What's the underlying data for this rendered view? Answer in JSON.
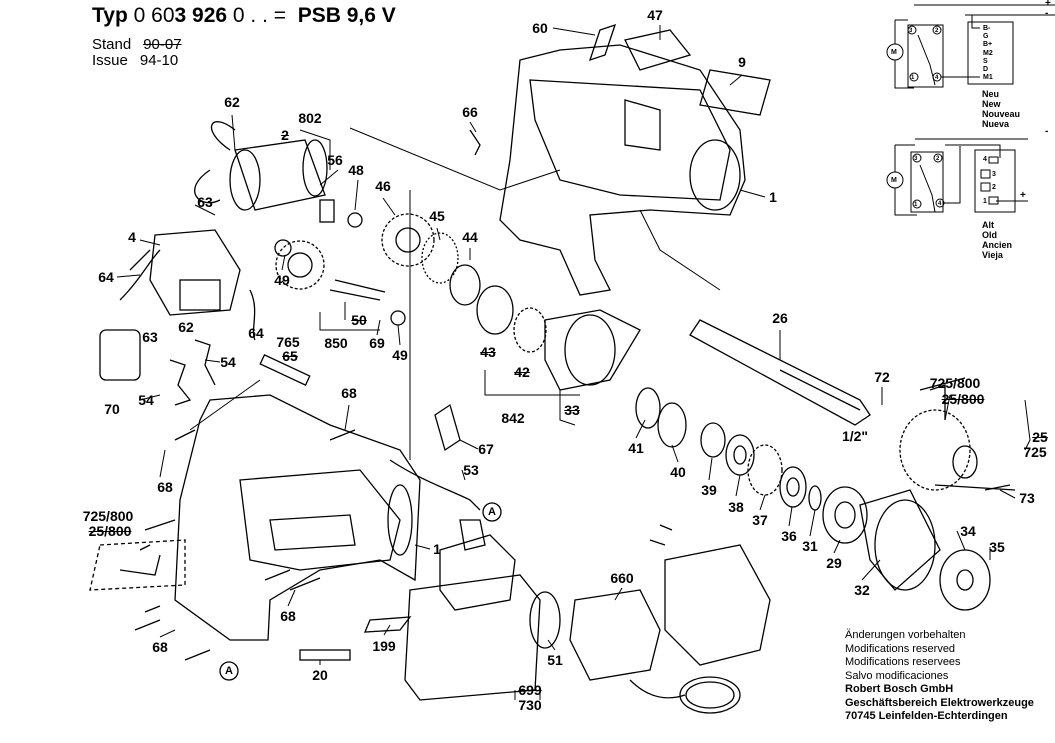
{
  "header": {
    "typ_label": "Typ",
    "part_number_prefix": "0 60",
    "part_number_bold": "3 926",
    "part_number_suffix": "0 . . =",
    "model": "PSB 9,6 V"
  },
  "meta": {
    "stand_label": "Stand",
    "stand_value_struck": "90-07",
    "issue_label": "Issue",
    "issue_value": "94-10"
  },
  "wiring": {
    "new": {
      "terminals": [
        "B-",
        "G",
        "B+",
        "M2",
        "S",
        "D",
        "M1"
      ],
      "labels": [
        "Neu",
        "New",
        "Nouveau",
        "Nueva"
      ],
      "switch_pins": [
        "3",
        "2",
        "1",
        "4"
      ],
      "motor": "M",
      "plus": "+",
      "minus": "-"
    },
    "old": {
      "terminals": [
        "4",
        "3",
        "2",
        "1"
      ],
      "labels": [
        "Alt",
        "Old",
        "Ancien",
        "Vieja"
      ],
      "switch_pins": [
        "3",
        "2",
        "1",
        "4"
      ],
      "motor": "M",
      "plus": "+",
      "minus": "-"
    }
  },
  "parts": [
    {
      "text": "60"
    },
    {
      "text": "47"
    },
    {
      "text": "9"
    },
    {
      "text": "66"
    },
    {
      "text": "62"
    },
    {
      "text": "802"
    },
    {
      "text": "2",
      "struck": true
    },
    {
      "text": "56"
    },
    {
      "text": "48"
    },
    {
      "text": "46"
    },
    {
      "text": "45"
    },
    {
      "text": "44"
    },
    {
      "text": "1"
    },
    {
      "text": "63"
    },
    {
      "text": "4"
    },
    {
      "text": "64"
    },
    {
      "text": "49"
    },
    {
      "text": "63"
    },
    {
      "text": "62"
    },
    {
      "text": "64"
    },
    {
      "text": "50",
      "struck": true
    },
    {
      "text": "850"
    },
    {
      "text": "69"
    },
    {
      "text": "49"
    },
    {
      "text": "765"
    },
    {
      "text": "65",
      "struck": true
    },
    {
      "text": "54"
    },
    {
      "text": "43",
      "struck": true
    },
    {
      "text": "42",
      "struck": true
    },
    {
      "text": "842"
    },
    {
      "text": "33",
      "struck": true
    },
    {
      "text": "26"
    },
    {
      "text": "72"
    },
    {
      "text": "725/800"
    },
    {
      "text": "25/800",
      "struck": true
    },
    {
      "text": "25",
      "struck": true
    },
    {
      "text": "725"
    },
    {
      "text": "70"
    },
    {
      "text": "54"
    },
    {
      "text": "68"
    },
    {
      "text": "67"
    },
    {
      "text": "41"
    },
    {
      "text": "40"
    },
    {
      "text": "39"
    },
    {
      "text": "38"
    },
    {
      "text": "37"
    },
    {
      "text": "36"
    },
    {
      "text": "31"
    },
    {
      "text": "29"
    },
    {
      "text": "34"
    },
    {
      "text": "35"
    },
    {
      "text": "32"
    },
    {
      "text": "73"
    },
    {
      "text": "1/2\""
    },
    {
      "text": "53"
    },
    {
      "text": "68"
    },
    {
      "text": "725/800"
    },
    {
      "text": "25/800",
      "struck": true
    },
    {
      "text": "1"
    },
    {
      "text": "68"
    },
    {
      "text": "199"
    },
    {
      "text": "20"
    },
    {
      "text": "68"
    },
    {
      "text": "51"
    },
    {
      "text": "660"
    },
    {
      "text": "699",
      "struck": true
    },
    {
      "text": "730"
    },
    {
      "text": "A"
    },
    {
      "text": "A"
    }
  ],
  "footer": {
    "notes": [
      "Änderungen vorbehalten",
      "Modifications reserved",
      "Modifications reservees",
      "Salvo modificaciones"
    ],
    "company": [
      "Robert Bosch GmbH",
      "Geschäftsbereich Elektrowerkzeuge",
      "70745 Leinfelden-Echterdingen"
    ]
  }
}
